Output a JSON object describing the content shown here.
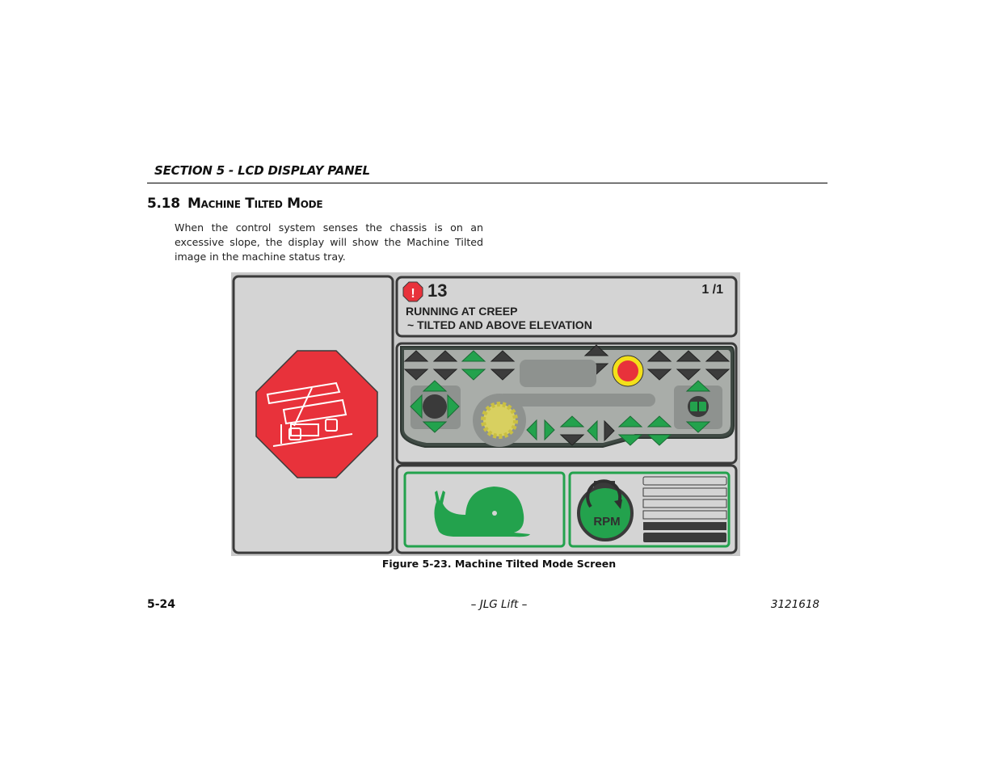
{
  "header": {
    "section": "SECTION 5 - LCD DISPLAY PANEL"
  },
  "section": {
    "number": "5.18",
    "title": "Machine Tilted Mode"
  },
  "paragraph": "When the control system senses the chassis is on an excessive slope, the display will show the Machine Tilted image in the machine status tray.",
  "figure": {
    "fault_code": "13",
    "page_indicator": "1 /1",
    "message_line1": "RUNNING AT CREEP",
    "message_line2": "~ TILTED AND ABOVE ELEVATION",
    "rpm_label": "RPM",
    "icons": [
      "alert-icon",
      "tilted-machine-icon",
      "snail-icon",
      "rpm-icon"
    ],
    "colors": {
      "stop_red": "#e8323b",
      "green": "#23a24d",
      "panel_gray": "#cfcfcf",
      "e_stop_yellow": "#f3e01a"
    }
  },
  "caption": "Figure 5-23. Machine Tilted Mode Screen",
  "footer": {
    "page": "5-24",
    "center": "– JLG Lift –",
    "doc_number": "3121618"
  }
}
